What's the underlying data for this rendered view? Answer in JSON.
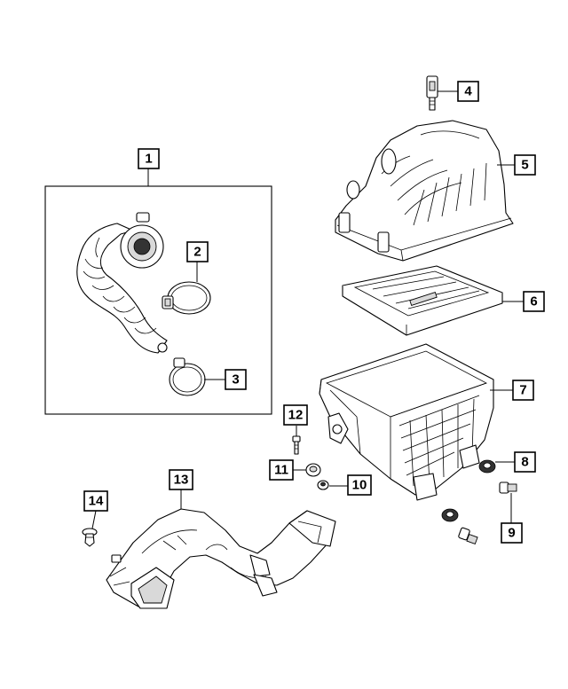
{
  "diagram": {
    "callouts": [
      {
        "id": "1",
        "label": "1"
      },
      {
        "id": "2",
        "label": "2"
      },
      {
        "id": "3",
        "label": "3"
      },
      {
        "id": "4",
        "label": "4"
      },
      {
        "id": "5",
        "label": "5"
      },
      {
        "id": "6",
        "label": "6"
      },
      {
        "id": "7",
        "label": "7"
      },
      {
        "id": "8",
        "label": "8"
      },
      {
        "id": "9",
        "label": "9"
      },
      {
        "id": "10",
        "label": "10"
      },
      {
        "id": "11",
        "label": "11"
      },
      {
        "id": "12",
        "label": "12"
      },
      {
        "id": "13",
        "label": "13"
      },
      {
        "id": "14",
        "label": "14"
      }
    ],
    "colors": {
      "line": "#000000",
      "background": "#ffffff",
      "shade": "#d9d9d9"
    }
  }
}
